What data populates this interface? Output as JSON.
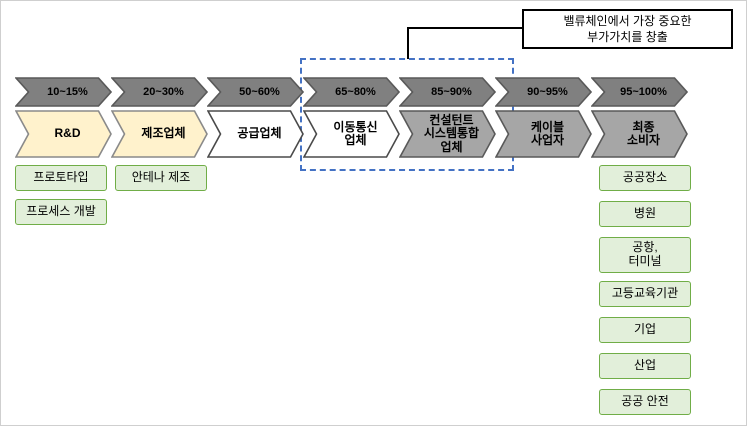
{
  "colors": {
    "percent_fill": "#808080",
    "percent_border": "#595959",
    "stage_yellow": "#FFF2CC",
    "stage_white": "#FFFFFF",
    "stage_gray": "#A6A6A6",
    "green_fill": "#E2EFDA",
    "green_border": "#70AD47",
    "highlight_border": "#4472C4",
    "connector": "#000000"
  },
  "callout": {
    "text": "밸류체인에서 가장 중요한\n부가가치를 창출"
  },
  "percent_row": [
    "10~15%",
    "20~30%",
    "50~60%",
    "65~80%",
    "85~90%",
    "90~95%",
    "95~100%"
  ],
  "stages": [
    {
      "label": "R&D"
    },
    {
      "label": "제조업체"
    },
    {
      "label": "공급업체"
    },
    {
      "label": "이동통신\n업체"
    },
    {
      "label": "컨설턴트\n시스템통합\n업체"
    },
    {
      "label": "케이블\n사업자"
    },
    {
      "label": "최종\n소비자"
    }
  ],
  "notes": {
    "rnd": [
      "프로토타입",
      "프로세스 개발"
    ],
    "manufacturer": [
      "안테나 제조"
    ],
    "consumer": [
      "공공장소",
      "병원",
      "공항,\n터미널",
      "고등교육기관",
      "기업",
      "산업",
      "공공 안전"
    ]
  }
}
